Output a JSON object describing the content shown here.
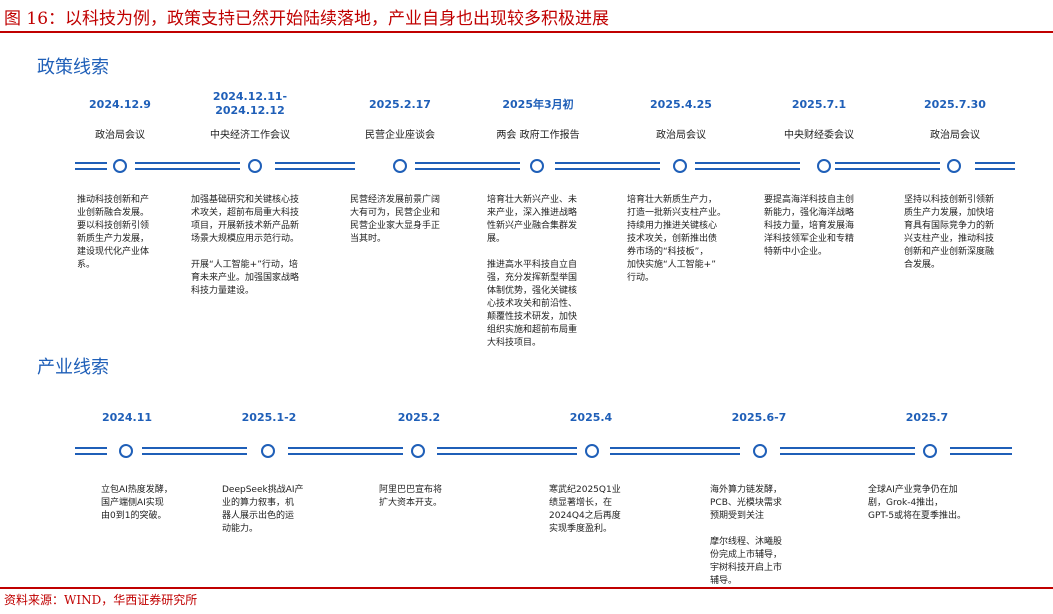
{
  "title": "图 16：以科技为例，政策支持已然开始陆续落地，产业自身也出现较多积极进展",
  "policy": {
    "heading": "政策线索",
    "items": [
      {
        "date": "2024.12.9",
        "event": "政治局会议",
        "desc": "推动科技创新和产\n业创新融合发展。\n要以科技创新引领\n新质生产力发展，\n建设现代化产业体\n系。"
      },
      {
        "date": "2024.12.11-\n2024.12.12",
        "event": "中央经济工作会议",
        "desc": "加强基础研究和关键核心技\n术攻关，超前布局重大科技\n项目，开展新技术新产品新\n场景大规模应用示范行动。\n\n开展“人工智能+”行动，培\n育未来产业。加强国家战略\n科技力量建设。"
      },
      {
        "date": "2025.2.17",
        "event": "民营企业座谈会",
        "desc": "民营经济发展前景广阔\n大有可为，民营企业和\n民营企业家大显身手正\n当其时。"
      },
      {
        "date": "2025年3月初",
        "event": "两会 政府工作报告",
        "desc": "培育壮大新兴产业、未\n来产业，深入推进战略\n性新兴产业融合集群发\n展。\n\n推进高水平科技自立自\n强，充分发挥新型举国\n体制优势，强化关键核\n心技术攻关和前沿性、\n颠覆性技术研发，加快\n组织实施和超前布局重\n大科技项目。"
      },
      {
        "date": "2025.4.25",
        "event": "政治局会议",
        "desc": "培育壮大新质生产力，\n打造一批新兴支柱产业。\n持续用力推进关键核心\n技术攻关，创新推出债\n券市场的“科技板”，\n加快实施“人工智能+”\n行动。"
      },
      {
        "date": "2025.7.1",
        "event": "中央财经委会议",
        "desc": "要提高海洋科技自主创\n新能力，强化海洋战略\n科技力量，培育发展海\n洋科技领军企业和专精\n特新中小企业。"
      },
      {
        "date": "2025.7.30",
        "event": "政治局会议",
        "desc": "坚持以科技创新引领新\n质生产力发展，加快培\n育具有国际竞争力的新\n兴支柱产业，推动科技\n创新和产业创新深度融\n合发展。"
      }
    ]
  },
  "industry": {
    "heading": "产业线索",
    "items": [
      {
        "date": "2024.11",
        "desc": "立包AI热度发酵，\n国产端侧AI实现\n由0到1的突破。"
      },
      {
        "date": "2025.1-2",
        "desc": "DeepSeek挑战AI产\n业的算力叙事，机\n器人展示出色的运\n动能力。"
      },
      {
        "date": "2025.2",
        "desc": "阿里巴巴宣布将\n扩大资本开支。"
      },
      {
        "date": "2025.4",
        "desc": "寒武纪2025Q1业\n绩显著增长，在\n2024Q4之后再度\n实现季度盈利。"
      },
      {
        "date": "2025.6-7",
        "desc": "海外算力链发酵，\nPCB、光模块需求\n预期受到关注\n\n摩尔线程、沐曦股\n份完成上市辅导，\n宇树科技开启上市\n辅导。"
      },
      {
        "date": "2025.7",
        "desc": "全球AI产业竞争仍在加\n剧，Grok-4推出，\nGPT-5或将在夏季推出。"
      }
    ]
  },
  "source": "资料来源：WIND，华西证券研究所",
  "colors": {
    "accent_red": "#c00000",
    "timeline_blue": "#1f5fb8"
  }
}
